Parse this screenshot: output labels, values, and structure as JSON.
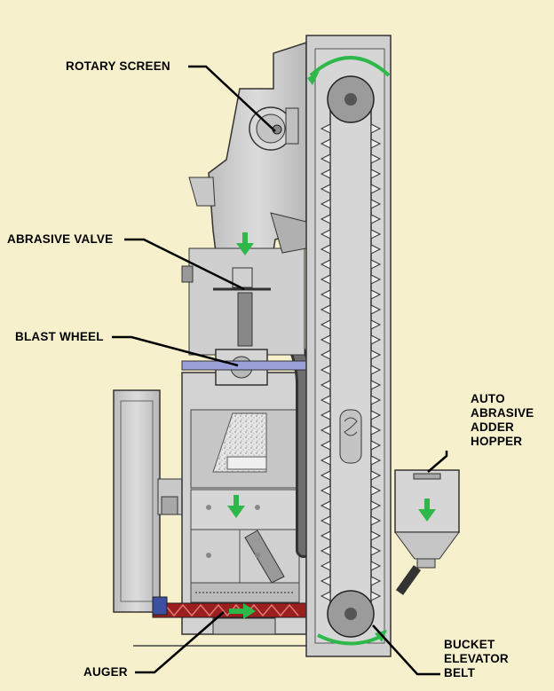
{
  "labels": {
    "rotary_screen": "ROTARY SCREEN",
    "abrasive_valve": "ABRASIVE VALVE",
    "blast_wheel": "BLAST WHEEL",
    "auger": "AUGER",
    "auto_hopper": [
      "AUTO",
      "ABRASIVE",
      "ADDER",
      "HOPPER"
    ],
    "bucket_elevator": [
      "BUCKET",
      "ELEVATOR",
      "BELT"
    ]
  },
  "colors": {
    "background": "#f7f0cc",
    "machine_fill": "#cfcfcf",
    "machine_dark": "#8e8e8e",
    "flow_arrow": "#2fb84a",
    "auger_red": "#9b1f1f",
    "rim_blue": "#5a5fc8"
  }
}
